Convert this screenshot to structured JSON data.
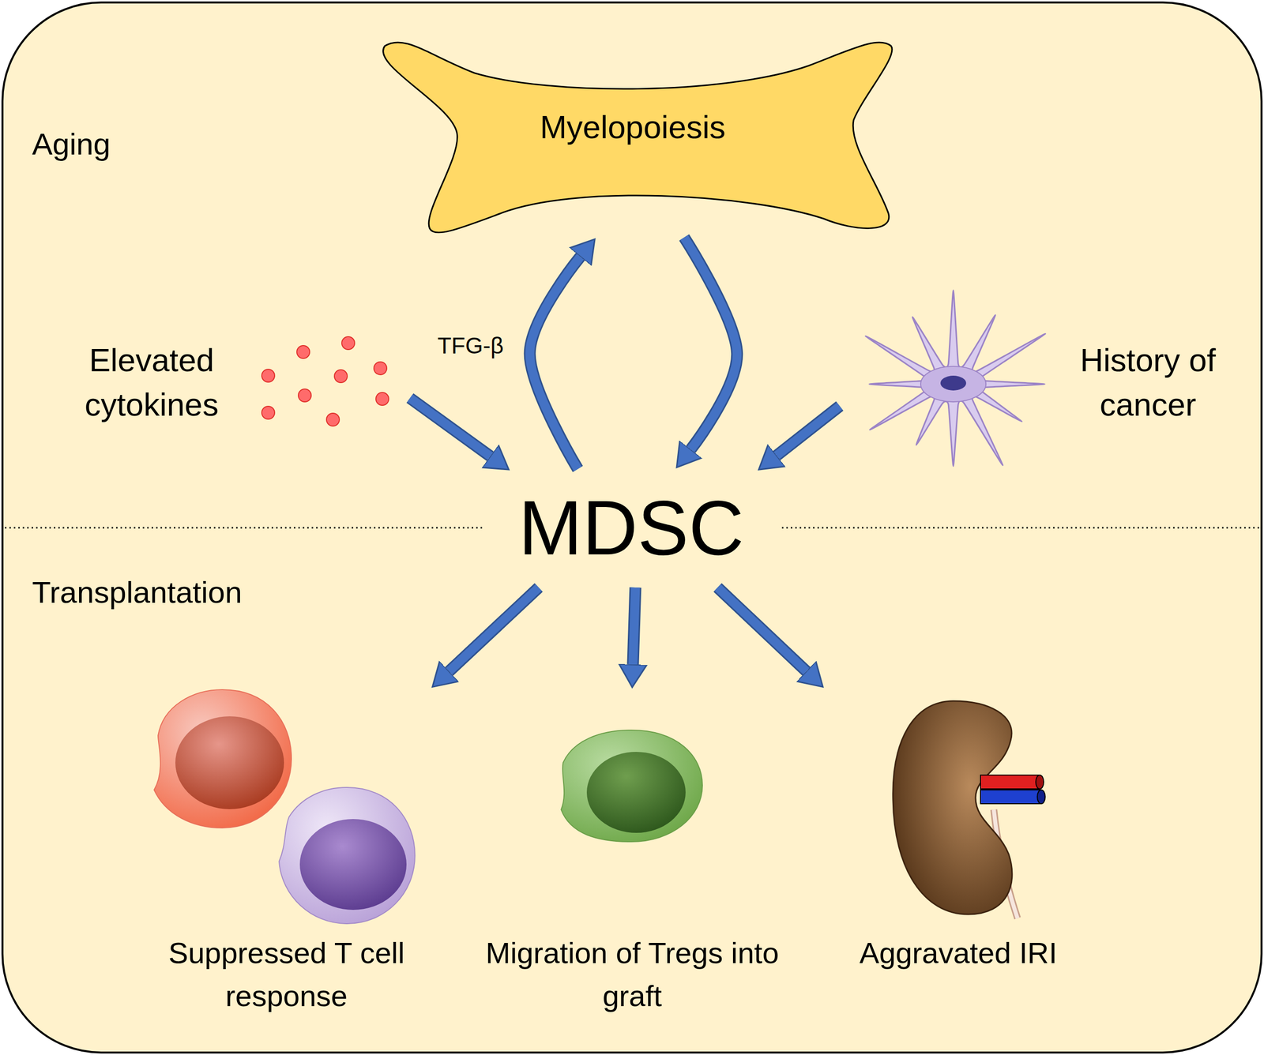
{
  "diagram": {
    "nodes": [
      {
        "text": [
          "Myelopoiesis"
        ]
      },
      {
        "text": [
          "Elevated cytokines"
        ]
      },
      {
        "text": [
          "MDSC"
        ]
      },
      {
        "text": [
          "History of cancer"
        ]
      },
      {
        "text": [
          "Suppressed T cell response"
        ]
      },
      {
        "text": [
          "Migration of Tregs into graft"
        ]
      },
      {
        "text": [
          "Aggravated IRI"
        ]
      }
    ],
    "edges": [
      {
        "from": 1,
        "to": 2,
        "arrow": "to"
      },
      {
        "from": 3,
        "to": 2,
        "arrow": "to"
      },
      {
        "from": 2,
        "to": 0,
        "label": "TFG-β",
        "arrow": "to"
      },
      {
        "from": 0,
        "to": 2,
        "arrow": "to"
      },
      {
        "from": 2,
        "to": 4,
        "arrow": "to"
      },
      {
        "from": 2,
        "to": 5,
        "arrow": "to"
      },
      {
        "from": 2,
        "to": 6,
        "arrow": "to"
      }
    ],
    "labels": [
      "Aging",
      "Transplantation"
    ]
  }
}
